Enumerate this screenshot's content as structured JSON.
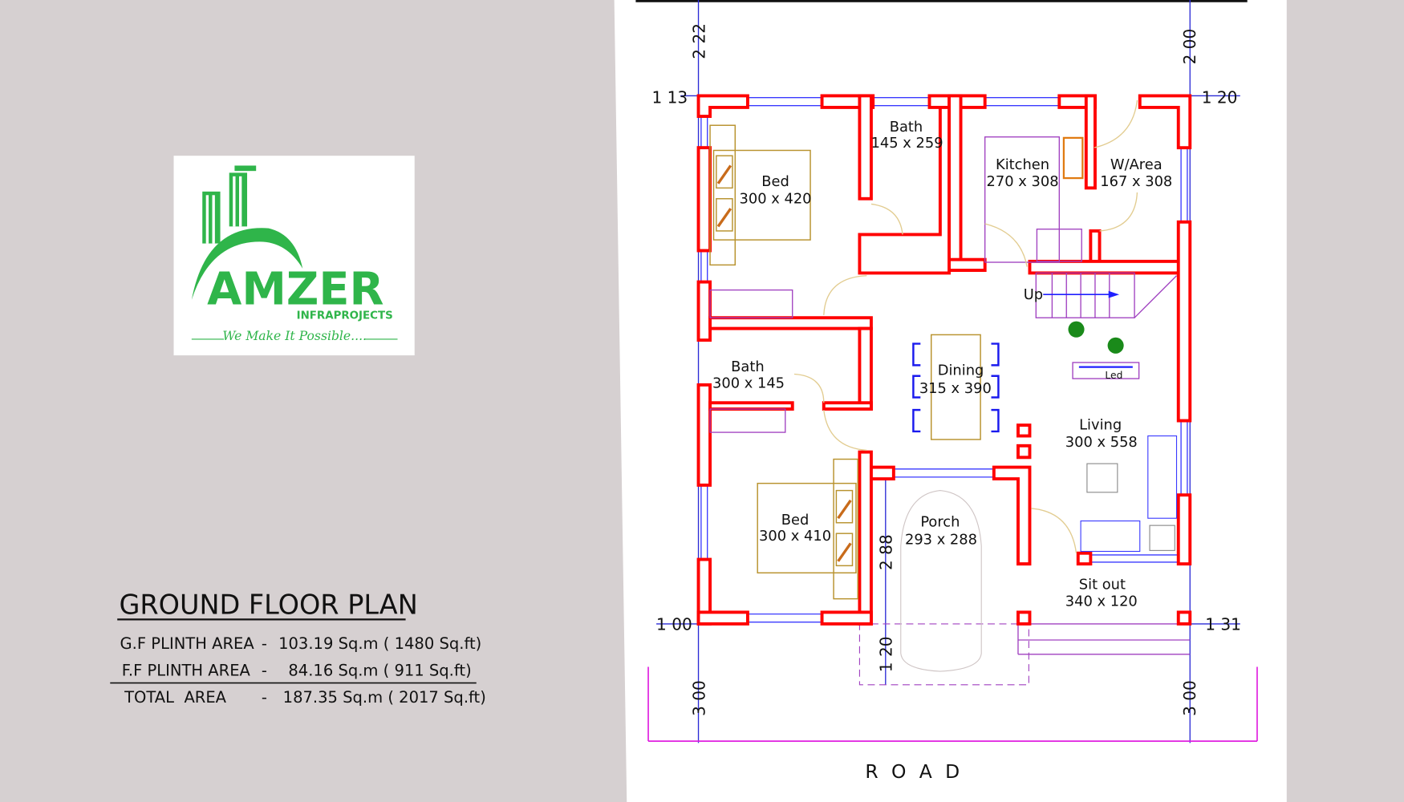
{
  "logo": {
    "brand": "AMZER",
    "sub": "INFRAPROJECTS",
    "tagline": "We Make It Possible....",
    "color": "#2fb54a"
  },
  "summary": {
    "title": "GROUND FLOOR PLAN",
    "rows": [
      {
        "label": "G.F PLINTH AREA",
        "sep": "-",
        "value": "103.19 Sq.m ( 1480 Sq.ft)"
      },
      {
        "label": "F.F PLINTH AREA",
        "sep": "-",
        "value": "84.16 Sq.m ( 911 Sq.ft)"
      },
      {
        "label": "TOTAL  AREA",
        "sep": "-",
        "value": "187.35 Sq.m ( 2017 Sq.ft)"
      }
    ]
  },
  "plan": {
    "rooms": {
      "bed1": {
        "name": "Bed",
        "size": "300 x 420"
      },
      "bath1": {
        "name": "Bath",
        "size": "145 x 259"
      },
      "kitchen": {
        "name": "Kitchen",
        "size": "270 x 308"
      },
      "warea": {
        "name": "W/Area",
        "size": "167 x 308"
      },
      "bath2": {
        "name": "Bath",
        "size": "300 x 145"
      },
      "dining": {
        "name": "Dining",
        "size": "315 x 390"
      },
      "living": {
        "name": "Living",
        "size": "300 x 558"
      },
      "bed2": {
        "name": "Bed",
        "size": "300 x 410"
      },
      "porch": {
        "name": "Porch",
        "size": "293 x 288"
      },
      "sitout": {
        "name": "Sit out",
        "size": "340 x 120"
      }
    },
    "stair_label": "Up",
    "led_label": "Led",
    "dimensions": {
      "top_left": "2 22",
      "top_right": "2 00",
      "left_top": "1 13",
      "right_top": "1 20",
      "left_bottom": "1 00",
      "right_bottom": "1 31",
      "porch_depth": "2 88",
      "porch_front": "1 20",
      "front_left": "3 00",
      "front_right": "3 00"
    },
    "road": "R O A D",
    "colors": {
      "wall": "#ff0000",
      "dimension": "#2b2bd6",
      "road": "#e020e0"
    }
  }
}
